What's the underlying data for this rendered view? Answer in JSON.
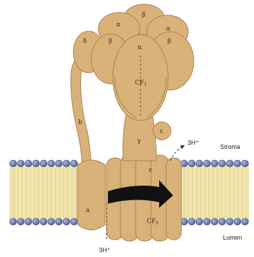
{
  "diagram": {
    "labels": {
      "alpha_1": "α",
      "beta_1": "β",
      "alpha_2": "α",
      "delta": "δ",
      "beta_2": "β",
      "alpha_3": "α",
      "beta_3": "β",
      "cf1_base": "CF",
      "cf1_sub": "1",
      "b": "b",
      "gamma": "γ",
      "epsilon": "ε",
      "c": "c",
      "a": "a",
      "cf0_base": "CF",
      "cf0_sub": "0",
      "proton_out": "3H⁺",
      "proton_in": "3H⁺",
      "stroma": "Stroma",
      "lumen": "Lumen"
    },
    "colors": {
      "protein_fill": "#d9b27a",
      "protein_stroke": "#a9834e",
      "protein_light": "#e5c596",
      "membrane": "#f1e6ad",
      "membrane_tail": "#d8c98a",
      "head_fill": "#6d7fb4",
      "head_stroke": "#3c4b80",
      "arrow": "#111111"
    }
  }
}
